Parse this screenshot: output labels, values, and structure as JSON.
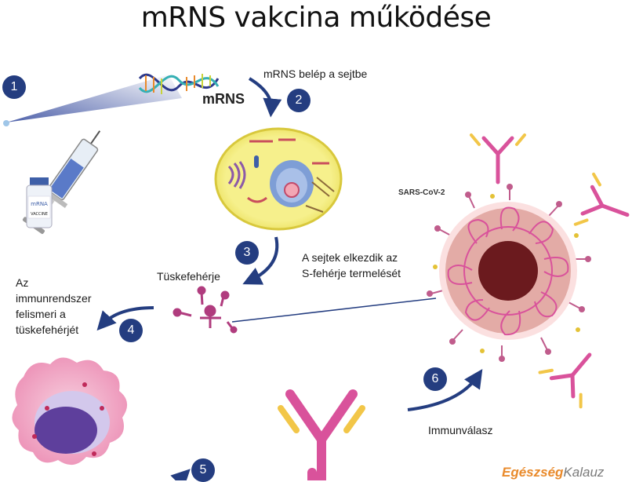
{
  "title": "mRNS vakcina működése",
  "labels": {
    "mrns": "mRNS",
    "enter_cell": "mRNS belép a sejtbe",
    "sars": "SARS-CoV-2",
    "spike": "Tüskefehérje",
    "produce": [
      "A sejtek elkezdik az",
      "S-fehérje termelését"
    ],
    "recognize": [
      "Az",
      "immunrendszer",
      "felismeri a",
      "tüskefehérjét"
    ],
    "immune": "Immunválasz",
    "vial_top": "mRNA",
    "vial_bottom": "VACCINE"
  },
  "steps": [
    "1",
    "2",
    "3",
    "4",
    "5",
    "6"
  ],
  "logo": {
    "brand": "Egészség",
    "suffix": "Kalauz"
  },
  "colors": {
    "navy": "#243d80",
    "pink": "#d9529b",
    "yellow": "#f2c648",
    "cell": "#f3ee7a",
    "virus_core": "#6b1a1e",
    "virus_shell": "#e0a9a3"
  }
}
